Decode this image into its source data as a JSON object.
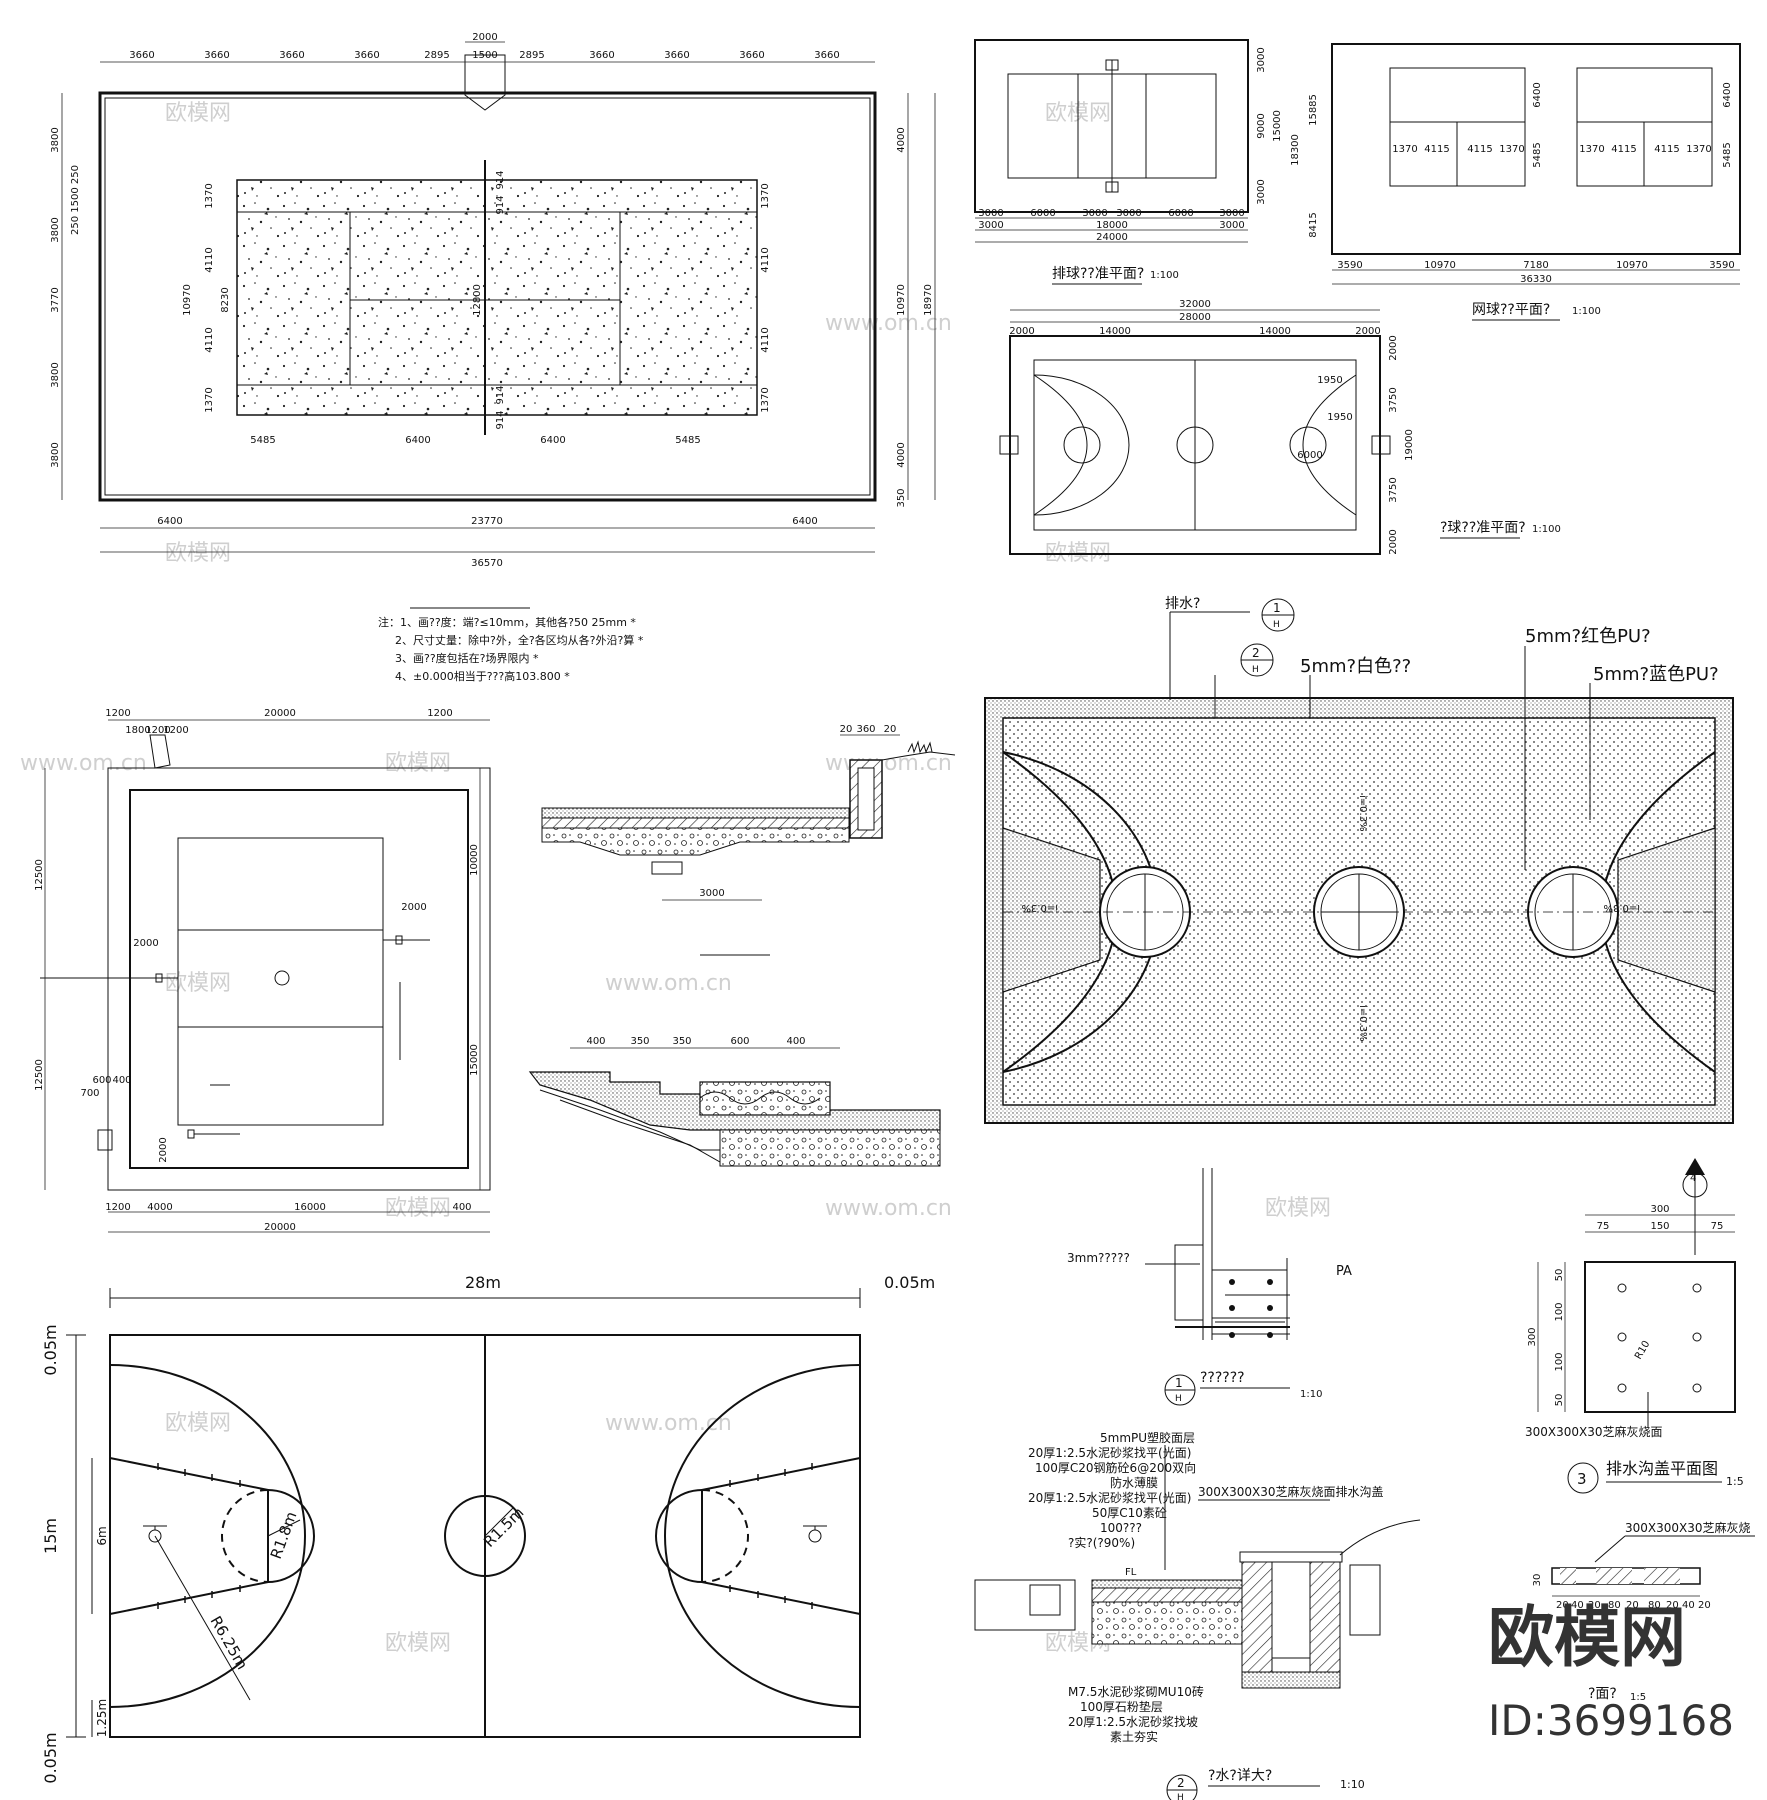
{
  "watermark": {
    "cn": "欧模网",
    "url": "www.om.cn"
  },
  "brand": {
    "logo": "欧模网",
    "id": "ID:3699168"
  },
  "tennis_plan": {
    "top_dims": [
      "3660",
      "3660",
      "3660",
      "3660",
      "2895",
      "1500",
      "2895",
      "3660",
      "3660",
      "3660",
      "3660"
    ],
    "gate_width": "2000",
    "bottom_dims": [
      "6400",
      "23770",
      "6400"
    ],
    "total_width": "36570",
    "left_dims": [
      "3800",
      "3800",
      "3770",
      "3800",
      "3800"
    ],
    "left_small": "250 1500 250",
    "right_dims": [
      "4000",
      "10970",
      "4000"
    ],
    "right_total": "18970",
    "right_bottom": "350",
    "court_row_dims": [
      "1370",
      "4110",
      "4110",
      "1370"
    ],
    "court_col_dims": [
      "5485",
      "6400",
      "6400",
      "5485"
    ],
    "net_dims": [
      "914",
      "914",
      "914",
      "914"
    ],
    "inner_labels": [
      "10970",
      "8230",
      "12800"
    ]
  },
  "notes": {
    "lines": [
      "注：1、画??度：端?≤10mm，其他各?50 25mm *",
      "2、尺寸丈量：除中?外，全?各区均从各?外沿?算 *",
      "3、画??度包括在?场界限内 *",
      "4、±0.000相当于???高103.800 *"
    ]
  },
  "volleyball": {
    "title": "排球??准平面?",
    "scale": "1:100",
    "bottom_dims": [
      "3000",
      "6000",
      "3000",
      "3000",
      "6000",
      "3000"
    ],
    "bottom_mid": [
      "3000",
      "18000",
      "3000"
    ],
    "total": "24000",
    "side_dims": [
      "3000",
      "9000",
      "3000"
    ],
    "side_total": "15000"
  },
  "tennis_std": {
    "title": "网球??平面?",
    "scale": "1:100",
    "col_dims": [
      "1370",
      "4115",
      "4115",
      "1370"
    ],
    "side_dims": [
      "6400",
      "5485"
    ],
    "bottom_dims": [
      "3590",
      "10970",
      "7180",
      "10970",
      "3590"
    ],
    "total": "36330",
    "left_dims": [
      "18300",
      "15885",
      "8415"
    ]
  },
  "basketball_std": {
    "title": "?球??准平面?",
    "scale": "1:100",
    "top_total": "32000",
    "top_mid": [
      "2000",
      "14000",
      "14000",
      "2000"
    ],
    "inner": "28000",
    "side_dims": [
      "2000",
      "3750",
      "3750",
      "2000"
    ],
    "side_total": "19000",
    "labels": [
      "1950",
      "1950",
      "6000"
    ]
  },
  "pu_court": {
    "labels": {
      "drain": "排水?",
      "white": "5mm?白色??",
      "red_pu": "5mm?红色PU?",
      "blue_pu": "5mm?蓝色PU?"
    },
    "markers": [
      {
        "num": "1",
        "sub": "H"
      },
      {
        "num": "2",
        "sub": "H"
      }
    ],
    "slopes": [
      "i=0.3%",
      "i=0.3%",
      "i=0.3%",
      "i=0.3%"
    ]
  },
  "fence_plan": {
    "top_dims": [
      "1200",
      "20000",
      "1200"
    ],
    "top_small": [
      "1800",
      "1200",
      "1200"
    ],
    "left_dims": [
      "12500",
      "12500"
    ],
    "right_dims": [
      "10000",
      "15000"
    ],
    "bottom_dims": [
      "1200",
      "4000",
      "16000",
      "400"
    ],
    "bottom_total": "20000",
    "misc": [
      "2000",
      "2000",
      "2000",
      "600",
      "400",
      "700"
    ]
  },
  "edge_section": {
    "top_dims": [
      "20",
      "360",
      "20"
    ],
    "span": "3000"
  },
  "step_section": {
    "dims": [
      "400",
      "350",
      "350",
      "600",
      "400"
    ]
  },
  "basketball_big": {
    "length": "28m",
    "offset_right": "0.05m",
    "width": "15m",
    "side_top": "0.05m",
    "side_bottom": "0.05m",
    "small": "1.25m",
    "key_width": "6m",
    "r_free": "R1.8m",
    "r_center": "R1.5m",
    "r_three": "R6.25m"
  },
  "detail1": {
    "label": "3mm?????",
    "pa": "PA",
    "title": "??????",
    "marker": {
      "num": "1",
      "sub": "H"
    },
    "scale": "1:10"
  },
  "detail2": {
    "layers": [
      "5mmPU塑胶面层",
      "20厚1:2.5水泥砂浆找平(光面)",
      "100厚C20钢筋砼6@200双向",
      "防水薄膜",
      "20厚1:2.5水泥砂浆找平(光面)",
      "50厚C10素砼",
      "100???",
      "?实?(?90%)"
    ],
    "cover": "300X300X30芝麻灰烧面排水沟盖",
    "bottom_layers": [
      "M7.5水泥砂浆砌MU10砖",
      "100厚石粉垫层",
      "20厚1:2.5水泥砂浆找坡",
      "素土夯实"
    ],
    "fl": "FL",
    "title": "?水?详大?",
    "marker": {
      "num": "2",
      "sub": "H"
    },
    "scale": "1:10"
  },
  "detail3": {
    "marker": "3",
    "title": "排水沟盖平面图",
    "scale": "1:5",
    "top_dims": [
      "300"
    ],
    "sub_dims": [
      "75",
      "150",
      "75"
    ],
    "side_dims": [
      "50",
      "100",
      "100",
      "50"
    ],
    "side_total": "300",
    "radius": "R10",
    "caption": "300X300X30芝麻灰烧面",
    "marker4": "4"
  },
  "detail4": {
    "caption": "300X300X30芝麻灰烧",
    "dims": [
      "20",
      "40",
      "20",
      "80",
      "20",
      "80",
      "20",
      "40",
      "20"
    ],
    "height": "30",
    "title": "?面?",
    "scale": "1:5"
  }
}
